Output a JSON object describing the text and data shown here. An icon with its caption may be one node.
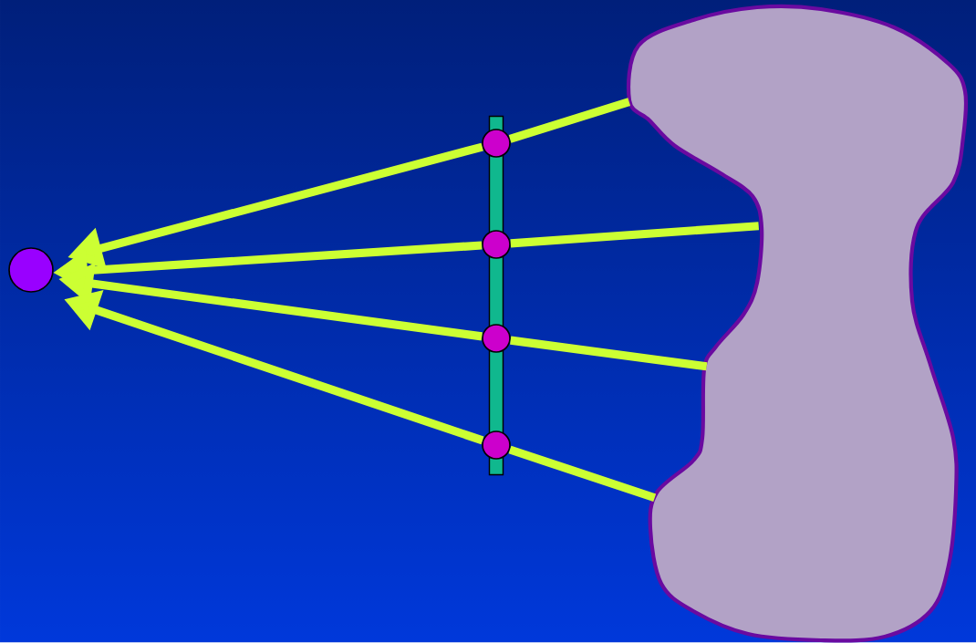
{
  "diagram": {
    "nodes": [
      {
        "text": [],
        "shape": "circle"
      },
      {
        "text": [],
        "shape": "bar"
      },
      {
        "text": [],
        "shape": "circle"
      },
      {
        "text": [],
        "shape": "circle"
      },
      {
        "text": [],
        "shape": "circle"
      },
      {
        "text": [],
        "shape": "circle"
      },
      {
        "text": [],
        "shape": "cloud"
      }
    ],
    "edges": [
      {
        "from": 6,
        "to": 2,
        "arrow": "none"
      },
      {
        "from": 2,
        "to": 0,
        "arrow": "to"
      },
      {
        "from": 6,
        "to": 3,
        "arrow": "none"
      },
      {
        "from": 3,
        "to": 0,
        "arrow": "to"
      },
      {
        "from": 6,
        "to": 4,
        "arrow": "none"
      },
      {
        "from": 4,
        "to": 0,
        "arrow": "to"
      },
      {
        "from": 6,
        "to": 5,
        "arrow": "none"
      },
      {
        "from": 5,
        "to": 0,
        "arrow": "to"
      }
    ]
  }
}
